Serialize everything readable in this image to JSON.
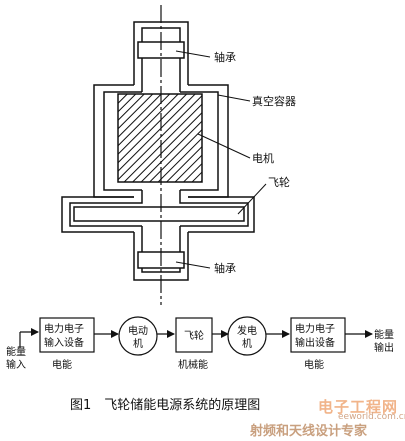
{
  "diagram": {
    "labels": {
      "bearing_top": "轴承",
      "vacuum_container": "真空容器",
      "motor": "电机",
      "flywheel": "飞轮",
      "bearing_bottom": "轴承"
    },
    "flow": {
      "input_label": [
        "能量",
        "输入"
      ],
      "output_label": [
        "能量",
        "输出"
      ],
      "boxes": {
        "power_input": [
          "电力电子",
          "输入设备"
        ],
        "flywheel": "飞轮",
        "power_output": [
          "电力电子",
          "输出设备"
        ]
      },
      "circles": {
        "motor": [
          "电动",
          "机"
        ],
        "generator": [
          "发电",
          "机"
        ]
      },
      "energy_forms": {
        "input": "电能",
        "mechanical": "机械能",
        "output": "电能"
      }
    },
    "caption": "图1　飞轮储能电源系统的原理图"
  },
  "watermark": {
    "logo": "电子工程网",
    "sub": "射频和天线设计专家",
    "site": "eeworld.com.cn"
  }
}
